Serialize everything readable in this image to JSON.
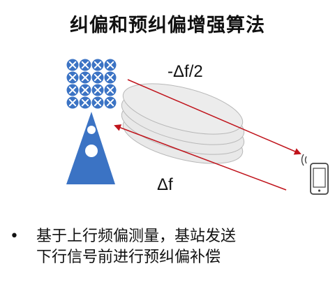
{
  "title": "纠偏和预纠偏增强算法",
  "labels": {
    "downlink": "-Δf/2",
    "uplink": "Δf"
  },
  "bullet": {
    "marker": "•",
    "lines": [
      "基于上行频偏测量，基站发送",
      "下行信号前进行预纠偏补偿"
    ]
  },
  "colors": {
    "tower": "#3b73c4",
    "arrow": "#c0141c",
    "wave_fill": "#e9e9e9",
    "wave_stroke": "#b8b8b8"
  },
  "icons": {
    "tower": "base-station-tower-icon",
    "phone": "mobile-phone-icon",
    "antenna": "antenna-cross-element-icon"
  }
}
